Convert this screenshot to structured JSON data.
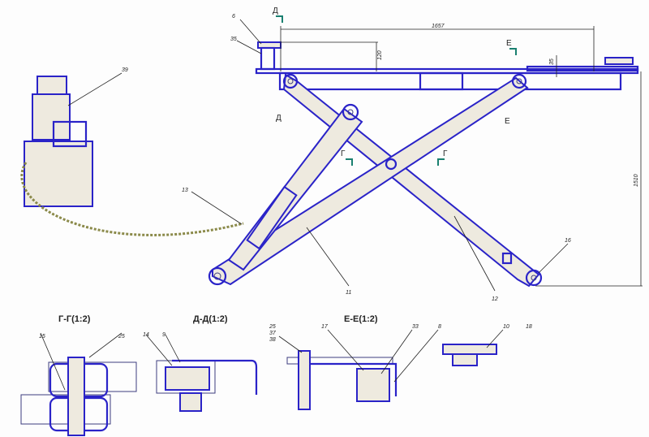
{
  "sections": {
    "g": "Г-Г(1:2)",
    "d": "Д-Д(1:2)",
    "e": "Е-Е(1:2)"
  },
  "section_marks": {
    "d_top": "Д",
    "d_bottom": "Д",
    "e_top": "Е",
    "e_bottom": "Е",
    "g_left": "Г",
    "g_right": "Г"
  },
  "dimensions": {
    "length": "1657",
    "platform_height": "120",
    "plate_thickness": "35",
    "lift_height": "1510"
  },
  "callouts": {
    "platform_stop": "6",
    "stop_post": "35",
    "pump": "39",
    "cylinder": "13",
    "inner_arm": "11",
    "outer_arm": "12",
    "foot_pin": "16",
    "gg_left": "15",
    "gg_right": "25",
    "dd_left": "14",
    "dd_right": "9",
    "ee_bolt": "25",
    "ee_a": "37",
    "ee_b": "38",
    "ee_c": "17",
    "ee_d": "33",
    "ee_e": "8",
    "ee_f": "10",
    "ee_g": "18"
  }
}
